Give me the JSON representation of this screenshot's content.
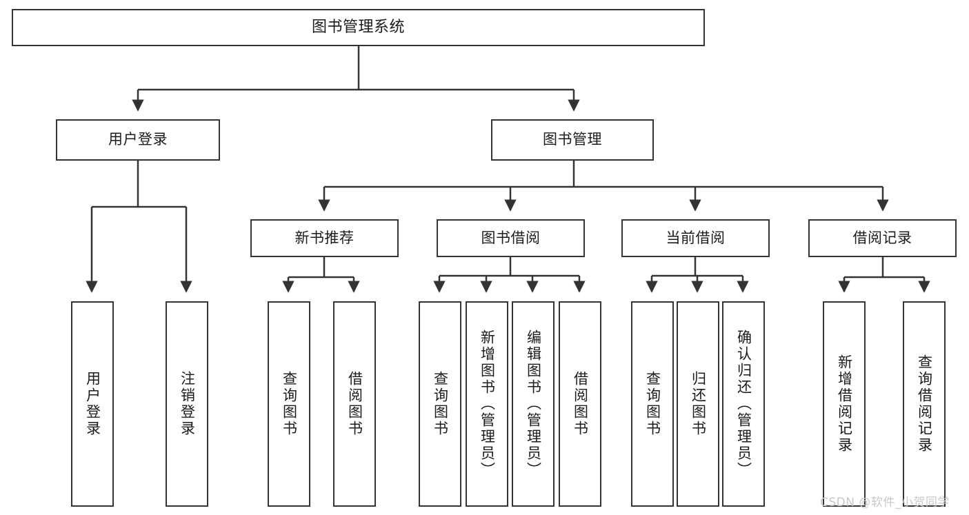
{
  "diagram": {
    "kind": "functional-structure-tree",
    "root": {
      "id": "root",
      "label": "图书管理系统"
    },
    "level1": [
      {
        "id": "user-login",
        "label": "用户登录"
      },
      {
        "id": "book-manage",
        "label": "图书管理"
      }
    ],
    "level2": [
      {
        "id": "new-book-recommend",
        "label": "新书推荐",
        "parent": "book-manage"
      },
      {
        "id": "book-borrow",
        "label": "图书借阅",
        "parent": "book-manage"
      },
      {
        "id": "current-borrow",
        "label": "当前借阅",
        "parent": "book-manage"
      },
      {
        "id": "borrow-record",
        "label": "借阅记录",
        "parent": "book-manage"
      }
    ],
    "leaves": [
      {
        "id": "leaf-user-login",
        "label": "用户登录",
        "parent": "user-login"
      },
      {
        "id": "leaf-logout-login",
        "label": "注销登录",
        "parent": "user-login"
      },
      {
        "id": "leaf-query-book-1",
        "label": "查询图书",
        "parent": "new-book-recommend"
      },
      {
        "id": "leaf-borrow-book-1",
        "label": "借阅图书",
        "parent": "new-book-recommend"
      },
      {
        "id": "leaf-query-book-2",
        "label": "查询图书",
        "parent": "book-borrow"
      },
      {
        "id": "leaf-add-book",
        "label": "新增图书（管理员）",
        "parent": "book-borrow"
      },
      {
        "id": "leaf-edit-book",
        "label": "编辑图书（管理员）",
        "parent": "book-borrow"
      },
      {
        "id": "leaf-borrow-book-2",
        "label": "借阅图书",
        "parent": "book-borrow"
      },
      {
        "id": "leaf-query-book-3",
        "label": "查询图书",
        "parent": "current-borrow"
      },
      {
        "id": "leaf-return-book",
        "label": "归还图书",
        "parent": "current-borrow"
      },
      {
        "id": "leaf-confirm-return",
        "label": "确认归还（管理员）",
        "parent": "current-borrow"
      },
      {
        "id": "leaf-add-record",
        "label": "新增借阅记录",
        "parent": "borrow-record"
      },
      {
        "id": "leaf-query-record",
        "label": "查询借阅记录",
        "parent": "borrow-record"
      }
    ],
    "watermark": "CSDN @软件_小贺同学",
    "colors": {
      "background": "#ffffff",
      "box_border": "#333333",
      "connector": "#333333",
      "text": "#1b1b1b",
      "watermark": "#c9c9c9"
    }
  }
}
